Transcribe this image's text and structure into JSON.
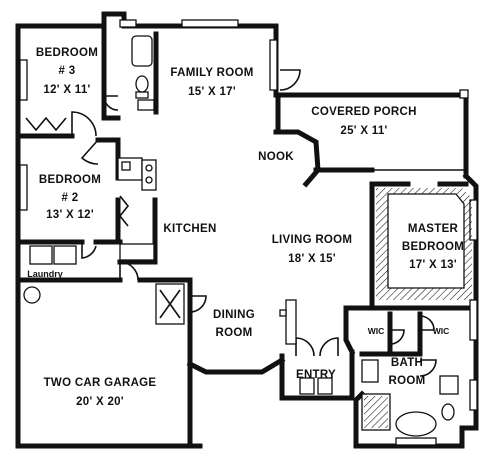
{
  "rooms": {
    "bedroom3": {
      "name": "BEDROOM",
      "number": "# 3",
      "size": "12' X 11'"
    },
    "family_room": {
      "name": "FAMILY ROOM",
      "size": "15' X 17'"
    },
    "covered_porch": {
      "name": "COVERED PORCH",
      "size": "25' X 11'"
    },
    "nook": {
      "name": "NOOK"
    },
    "bedroom2": {
      "name": "BEDROOM",
      "number": "# 2",
      "size": "13' X 12'"
    },
    "kitchen": {
      "name": "KITCHEN"
    },
    "master_bedroom": {
      "name": "MASTER",
      "name2": "BEDROOM",
      "size": "17' X 13'"
    },
    "living_room": {
      "name": "LIVING ROOM",
      "size": "18' X 15'"
    },
    "laundry": {
      "name": "Laundry"
    },
    "dining_room": {
      "name": "DINING",
      "name2": "ROOM"
    },
    "wic_left": {
      "name": "WIC"
    },
    "wic_right": {
      "name": "WIC"
    },
    "bath_room": {
      "name": "BATH",
      "name2": "ROOM"
    },
    "entry": {
      "name": "ENTRY"
    },
    "garage": {
      "name": "TWO CAR GARAGE",
      "size": "20' X 20'"
    }
  }
}
